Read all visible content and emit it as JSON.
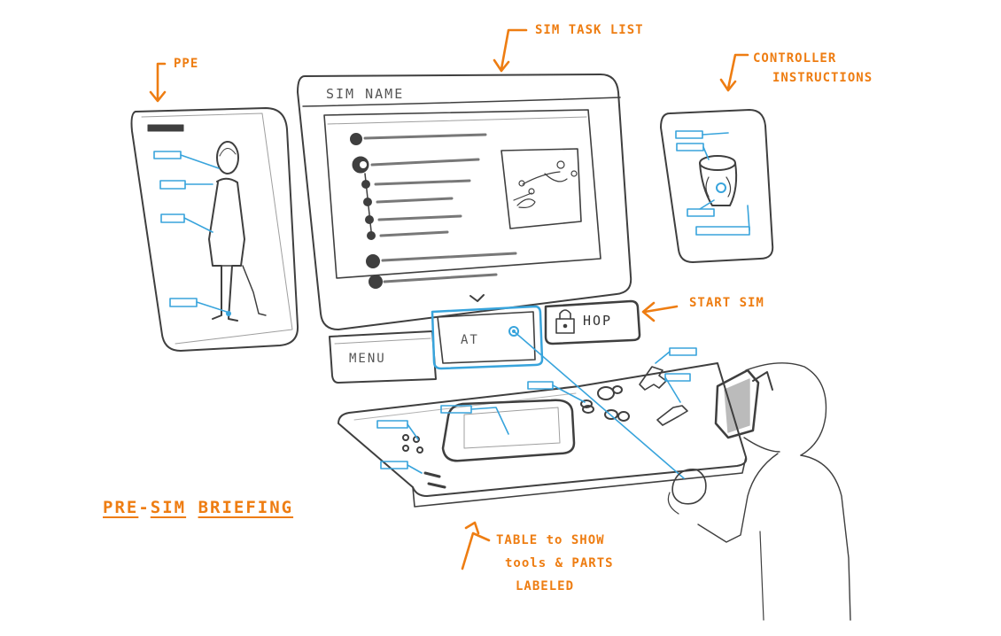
{
  "annotations": {
    "ppe": "PPE",
    "sim_task_list": "SIM TASK LIST",
    "controller_instructions_line1": "CONTROLLER",
    "controller_instructions_line2": "INSTRUCTIONS",
    "start_sim": "START SIM",
    "table_line1": "TABLE to SHOW",
    "table_line2": "tools & PARTS",
    "table_line3": "LABELED"
  },
  "title": {
    "part1": "PRE",
    "separator": "-",
    "part2": "SIM",
    "part3": "BRIEFING"
  },
  "screen": {
    "sim_name": "SIM NAME"
  },
  "buttons": {
    "menu": "MENU",
    "at": "AT",
    "hop": "HOP"
  },
  "colors": {
    "sketch_line": "#3f3f3f",
    "label_blue": "#38a4dc",
    "annotation_orange": "#ee7d12"
  },
  "icons": {
    "expand": "chevron-down-icon",
    "lock": "lock-icon",
    "annotation_pointer": "arrow-icon"
  }
}
